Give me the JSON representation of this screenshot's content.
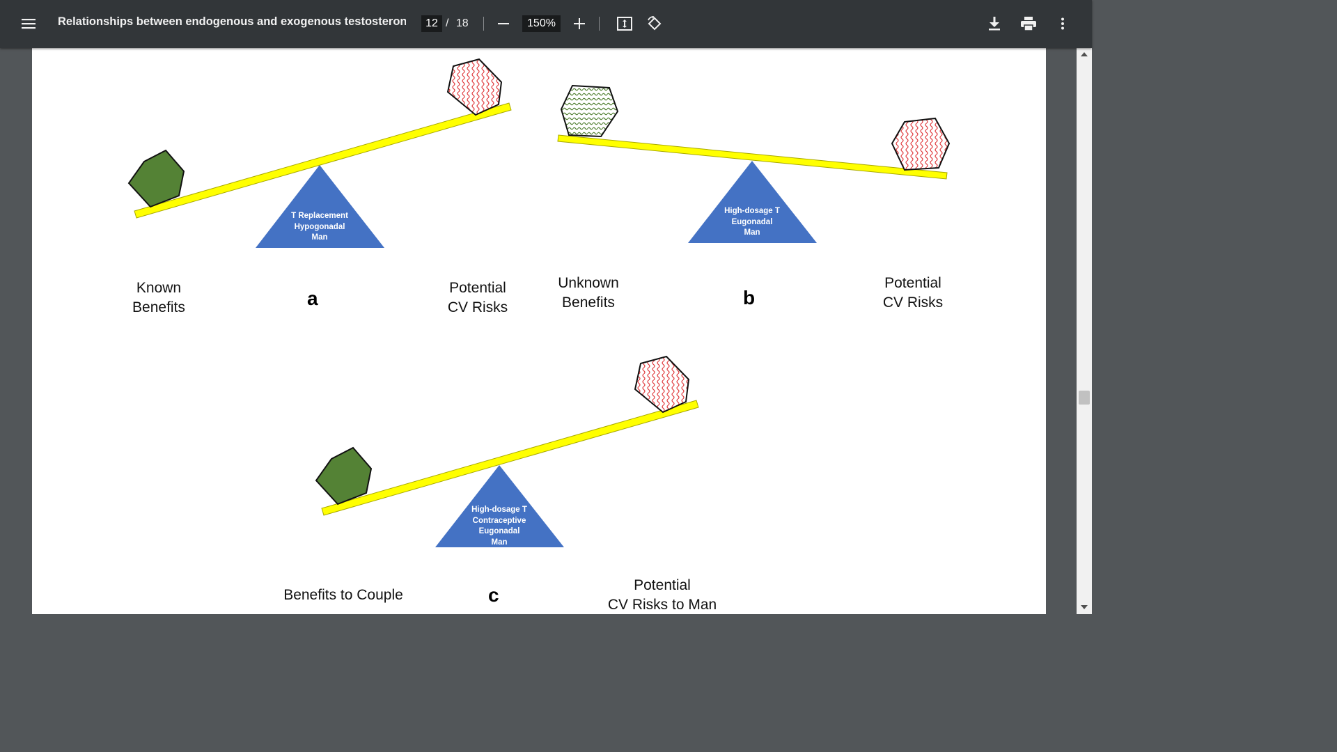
{
  "toolbar": {
    "menu_icon": "hamburger-menu-icon",
    "title": "Relationships between endogenous and exogenous testosteron...",
    "current_page": "12",
    "page_separator": "/",
    "total_pages": "18",
    "zoom_out_icon": "minus-icon",
    "zoom_level": "150%",
    "zoom_in_icon": "plus-icon",
    "fit_page_icon": "fit-to-page-icon",
    "rotate_icon": "rotate-icon",
    "download_icon": "download-icon",
    "print_icon": "print-icon",
    "more_icon": "more-vertical-icon"
  },
  "colors": {
    "toolbar_bg": "#323639",
    "viewer_bg": "#525659",
    "beam": "#ffff00",
    "fulcrum": "#4472c4",
    "benefit_green": "#548235",
    "risk_red": "#e0383b"
  },
  "figure": {
    "panel_a": {
      "letter": "a",
      "left_label": [
        "Known",
        "Benefits"
      ],
      "right_label": [
        "Potential",
        "CV Risks"
      ],
      "fulcrum_text": [
        "T Replacement",
        "Hypogonadal",
        "Man"
      ]
    },
    "panel_b": {
      "letter": "b",
      "left_label": [
        "Unknown",
        "Benefits"
      ],
      "right_label": [
        "Potential",
        "CV Risks"
      ],
      "fulcrum_text": [
        "High-dosage T",
        "Eugonadal",
        "Man"
      ]
    },
    "panel_c": {
      "letter": "c",
      "left_label": "Benefits to Couple",
      "right_label": [
        "Potential",
        "CV Risks to Man"
      ],
      "fulcrum_text": [
        "High-dosage T",
        "Contraceptive",
        "Eugonadal",
        "Man"
      ]
    }
  }
}
